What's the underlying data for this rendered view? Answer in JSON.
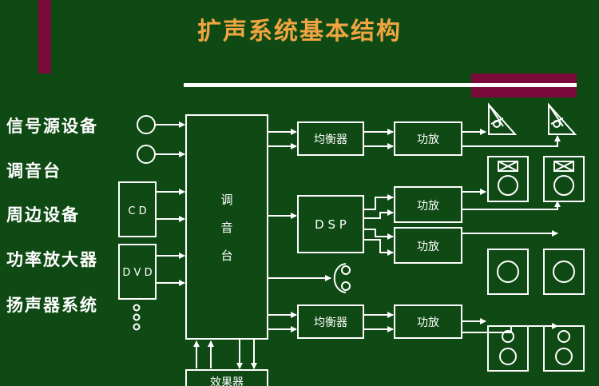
{
  "title": "扩声系统基本结构",
  "side_list": [
    "信号源设备",
    "调音台",
    "周边设备",
    "功率放大器",
    "扬声器系统"
  ],
  "blocks": {
    "cd": "C D",
    "dvd": "D V D",
    "mixer": [
      "调",
      "音",
      "台"
    ],
    "eq": "均衡器",
    "amp": "功放",
    "dsp": "D S P",
    "bottom": "效果器"
  },
  "colors": {
    "background": "#0f4a14",
    "title": "#f0a542",
    "accent": "#7a0a3a",
    "line": "#ffffff"
  }
}
